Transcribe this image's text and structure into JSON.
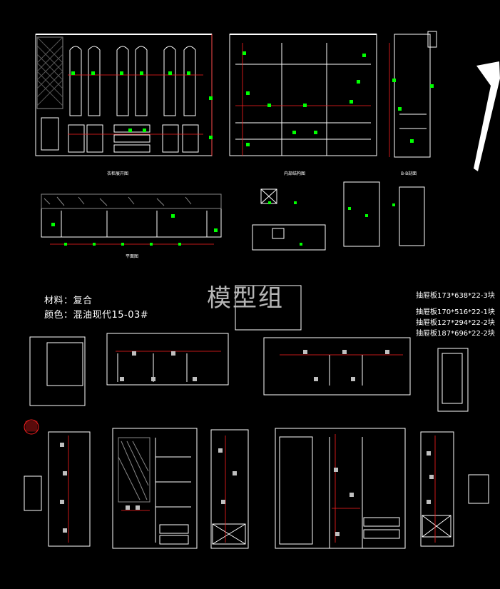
{
  "notes": {
    "material": "材料：复合",
    "color": "颜色：混油现代15-03#"
  },
  "specs": [
    "抽屉板173*638*22-3块",
    "抽屉板170*516*22-1块",
    "抽屉板127*294*22-2块",
    "抽屉板187*696*22-2块"
  ],
  "view_titles": {
    "front": "衣柜展开图",
    "interior": "内部结构图",
    "section": "B-B剖面",
    "plan": "平面图"
  },
  "watermark": "模型组",
  "colors": {
    "background": "#000000",
    "lines": "#ffffff",
    "markers": "#00ff00",
    "dims": "#ff2020",
    "fills": "#bfbfbf"
  }
}
